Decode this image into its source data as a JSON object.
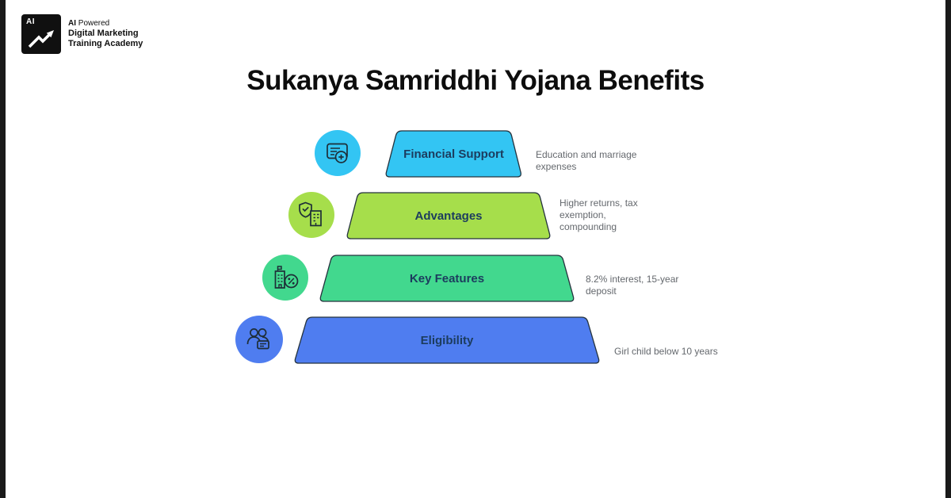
{
  "logo": {
    "badge": "AI",
    "line1_bold": "AI",
    "line1_rest": " Powered",
    "line2": "Digital Marketing",
    "line3": "Training Academy"
  },
  "title": "Sukanya Samriddhi Yojana Benefits",
  "pyramid": {
    "levels": [
      {
        "label": "Financial Support",
        "description": "Education and marriage expenses",
        "color": "#33c5f3",
        "icon": "card-plus-icon"
      },
      {
        "label": "Advantages",
        "description": "Higher returns, tax exemption, compounding",
        "color": "#a6de4b",
        "icon": "shield-check-building-icon"
      },
      {
        "label": "Key Features",
        "description": "8.2% interest, 15-year deposit",
        "color": "#42d88e",
        "icon": "building-percent-icon"
      },
      {
        "label": "Eligibility",
        "description": "Girl child below 10 years",
        "color": "#4f7df0",
        "icon": "people-id-card-icon"
      }
    ]
  }
}
